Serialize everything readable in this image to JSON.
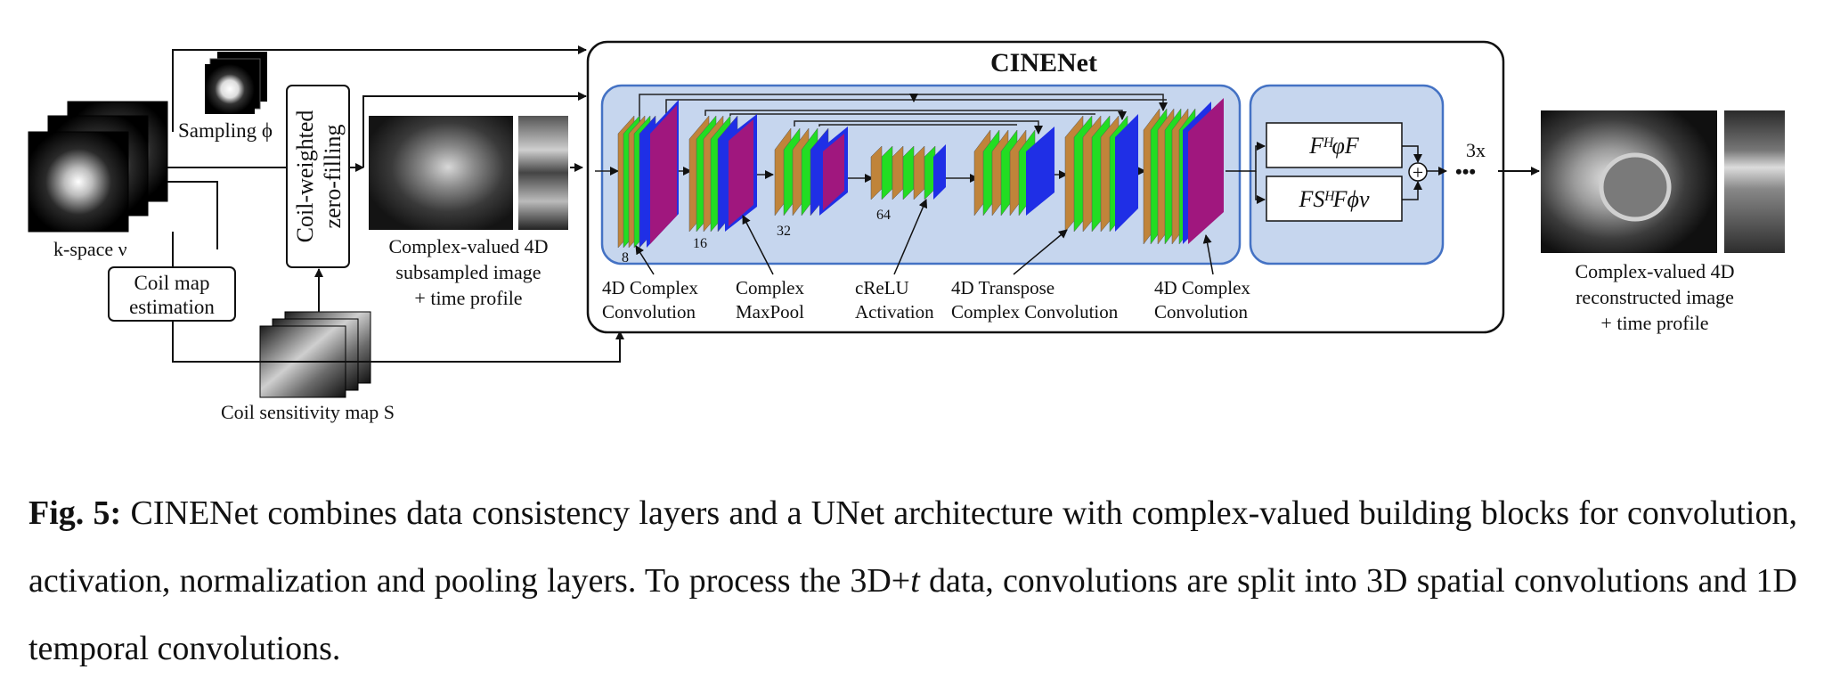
{
  "figure": {
    "title": "CINENet",
    "inputs": {
      "kspace_label": "k-space ν",
      "sampling_label": "Sampling ϕ",
      "coil_map_estimation": [
        "Coil map",
        "estimation"
      ],
      "coil_sensitivity_label": "Coil sensitivity map S",
      "zero_filling": [
        "Coil-weighted",
        "zero-filling"
      ],
      "subsampled_caption": [
        "Complex-valued 4D",
        "subsampled image",
        "+ time profile"
      ]
    },
    "unet": {
      "channel_labels": [
        "8",
        "16",
        "32",
        "64"
      ],
      "legend": [
        [
          "4D Complex",
          "Convolution"
        ],
        [
          "Complex",
          "MaxPool"
        ],
        [
          "cReLU",
          "Activation"
        ],
        [
          "4D Transpose",
          "Complex Convolution"
        ],
        [
          "4D Complex",
          "Convolution"
        ]
      ]
    },
    "data_consistency": {
      "formula_top": "FᴴφF",
      "formula_bottom": "FSᴴFϕν",
      "sum_symbol": "+",
      "repeat_label": "3x",
      "dots": "•••"
    },
    "output": {
      "caption": [
        "Complex-valued 4D",
        "reconstructed image",
        "+ time profile"
      ]
    },
    "colors": {
      "unet_fill": "#c6d6ee",
      "unet_stroke": "#4472c4",
      "orange": "#c0843a",
      "green": "#22dd22",
      "blue": "#1f2fe6",
      "magenta": "#a0177e"
    }
  },
  "caption": {
    "label": "Fig. 5:",
    "text_before_italic": " CINENet combines data consistency layers and a UNet architecture with complex-valued building blocks for convolution, activation, normalization and pooling layers. To process the 3D+",
    "italic": "t",
    "text_after_italic": " data, convolutions are split into 3D spatial convolutions and 1D temporal convolutions."
  }
}
